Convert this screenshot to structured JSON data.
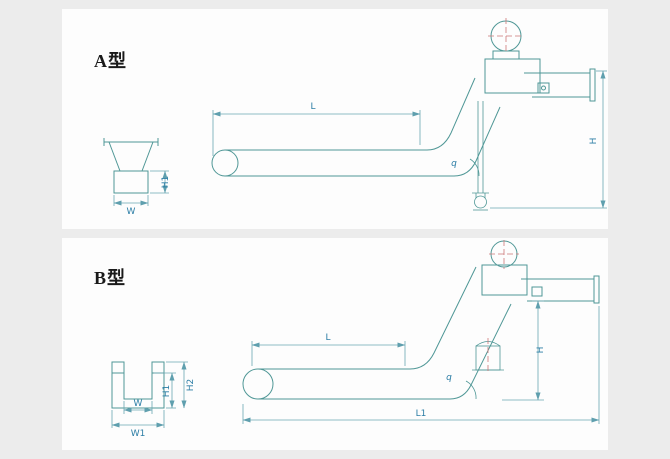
{
  "page": {
    "background": "#ececec",
    "panel_background": "#fdfdfd",
    "line_color": "#4f9796",
    "dim_text_color": "#2b7da5",
    "centerline_color": "#cc7777"
  },
  "panel_a": {
    "title": "A型",
    "dims": {
      "length": "L",
      "height": "H",
      "section_height": "H1",
      "section_width": "W",
      "angle": "q"
    }
  },
  "panel_b": {
    "title": "B型",
    "dims": {
      "length": "L",
      "overall_length": "L1",
      "height": "H",
      "section_inner_height": "H1",
      "section_outer_height": "H2",
      "section_inner_width": "W",
      "section_outer_width": "W1",
      "angle": "q"
    }
  }
}
